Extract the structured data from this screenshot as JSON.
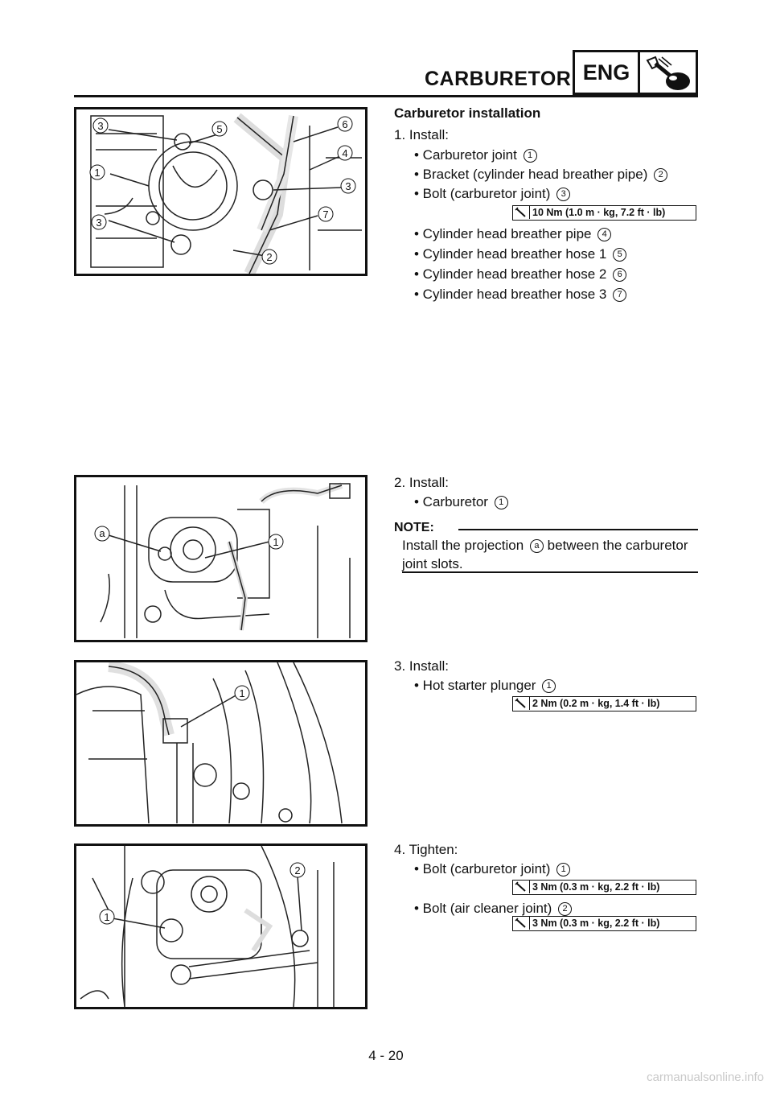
{
  "header": {
    "title": "CARBURETOR",
    "section_code": "ENG",
    "icon": "engine-wrench-icon"
  },
  "sections": {
    "s1": {
      "title": "Carburetor installation",
      "step": "1.  Install:",
      "items": [
        {
          "text": "• Carburetor joint",
          "num": "1"
        },
        {
          "text": "• Bracket (cylinder head breather pipe)",
          "num": "2"
        },
        {
          "text": "• Bolt (carburetor joint)",
          "num": "3"
        },
        {
          "text": "• Cylinder head breather pipe",
          "num": "4"
        },
        {
          "text": "• Cylinder head breather hose 1",
          "num": "5"
        },
        {
          "text": "• Cylinder head breather hose 2",
          "num": "6"
        },
        {
          "text": "• Cylinder head breather hose 3",
          "num": "7"
        }
      ],
      "torque": "10 Nm (1.0 m · kg, 7.2 ft · lb)"
    },
    "s2": {
      "step": "2.  Install:",
      "item": {
        "text": "• Carburetor",
        "num": "1"
      },
      "note_label": "NOTE:",
      "note_line1_a": "Install the projection",
      "note_ref": "a",
      "note_line1_b": "between the carburetor",
      "note_line2": "joint slots."
    },
    "s3": {
      "step": "3.  Install:",
      "item": {
        "text": "• Hot starter plunger",
        "num": "1"
      },
      "torque": "2 Nm (0.2 m · kg, 1.4 ft · lb)"
    },
    "s4": {
      "step": "4.  Tighten:",
      "items": [
        {
          "text": "• Bolt (carburetor joint)",
          "num": "1"
        },
        {
          "text": "• Bolt (air cleaner joint)",
          "num": "2"
        }
      ],
      "torque1": "3 Nm (0.3 m · kg, 2.2 ft · lb)",
      "torque2": "3 Nm (0.3 m · kg, 2.2 ft · lb)"
    }
  },
  "figures": {
    "fig1_callouts": [
      "3",
      "5",
      "6",
      "4",
      "1",
      "3",
      "3",
      "7",
      "2"
    ],
    "fig2_callouts": [
      "a",
      "1"
    ],
    "fig3_callouts": [
      "1"
    ],
    "fig4_callouts": [
      "2",
      "1"
    ]
  },
  "footer": {
    "page": "4 - 20",
    "watermark": "carmanualsonline.info"
  }
}
